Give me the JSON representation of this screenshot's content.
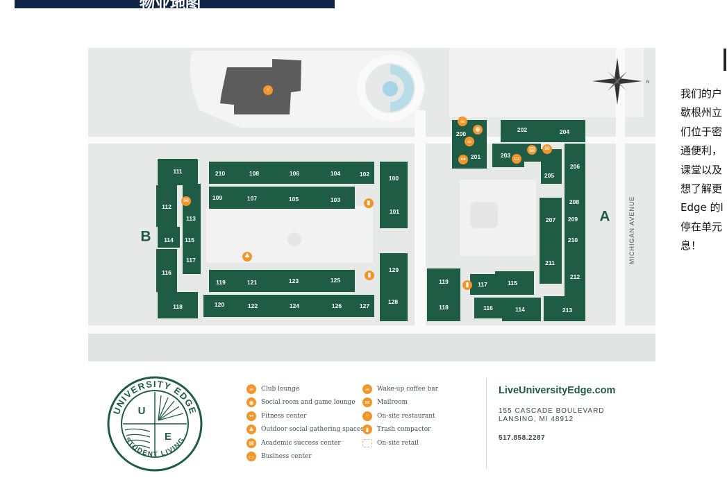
{
  "banner": {
    "title": "物业地图"
  },
  "map": {
    "side_labels": {
      "a": "A",
      "b": "B"
    },
    "street_name": "MICHIGAN AVENUE",
    "compass_label": "N",
    "building_b_units": [
      "111",
      "210",
      "108",
      "106",
      "104",
      "102",
      "100",
      "112",
      "109",
      "107",
      "105",
      "103",
      "101",
      "113",
      "115",
      "114",
      "117",
      "116",
      "119",
      "121",
      "123",
      "125",
      "129",
      "118",
      "120",
      "122",
      "124",
      "126",
      "127",
      "128"
    ],
    "building_a_units": [
      "200",
      "202",
      "204",
      "201",
      "203",
      "206",
      "205",
      "208",
      "209",
      "207",
      "210",
      "211",
      "212",
      "213",
      "119",
      "117",
      "115",
      "118",
      "116",
      "114"
    ]
  },
  "legend": {
    "items_left": [
      {
        "icon": "club-lounge-icon",
        "label": "Club lounge"
      },
      {
        "icon": "game-lounge-icon",
        "label": "Social room and game lounge"
      },
      {
        "icon": "fitness-icon",
        "label": "Fitness center"
      },
      {
        "icon": "outdoor-icon",
        "label": "Outdoor social gathering spaces"
      },
      {
        "icon": "academic-icon",
        "label": "Academic success center"
      },
      {
        "icon": "business-icon",
        "label": "Business center"
      }
    ],
    "items_right": [
      {
        "icon": "coffee-icon",
        "label": "Wake-up coffee bar"
      },
      {
        "icon": "mail-icon",
        "label": "Mailroom"
      },
      {
        "icon": "restaurant-icon",
        "label": "On-site restaurant"
      },
      {
        "icon": "trash-icon",
        "label": "Trash compactor"
      },
      {
        "icon": "retail-icon",
        "label": "On-site retail"
      }
    ]
  },
  "logo": {
    "top_text": "UNIVERSITY EDGE",
    "bottom_text": "STUDENT LIVING",
    "letter_u": "U",
    "letter_e": "E"
  },
  "contact": {
    "url": "LiveUniversityEdge.com",
    "address_line1": "155 CASCADE BOULEVARD",
    "address_line2": "LANSING, MI 48912",
    "phone": "517.858.2287"
  },
  "right_text": {
    "lines": [
      "我们的户",
      "歇根州立",
      "们位于密",
      "通便利，",
      "课堂以及",
      "想了解更",
      "Edge 的l",
      "停在单元",
      "息！"
    ]
  },
  "colors": {
    "building": "#1e5c45",
    "amenity": "#f2962b",
    "banner": "#0f2548"
  }
}
